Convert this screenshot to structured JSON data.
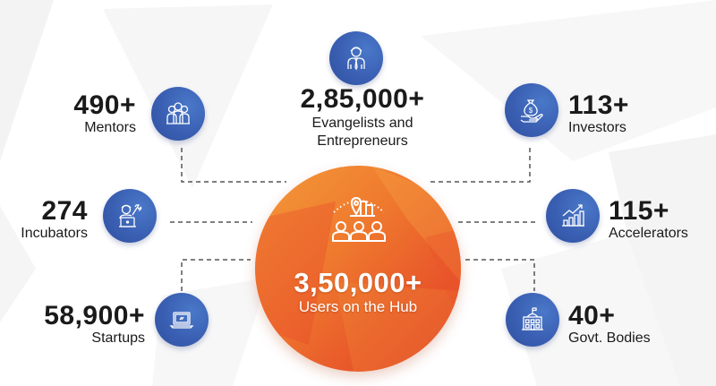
{
  "hub": {
    "icon": "users-location-hub-icon",
    "value": "3,50,000+",
    "label": "Users on the Hub",
    "color_start": "#f39a3a",
    "color_end": "#e2422a"
  },
  "stats": [
    {
      "id": "mentors",
      "value": "490+",
      "label": "Mentors",
      "icon": "mentors-group-icon"
    },
    {
      "id": "evangelists",
      "value": "2,85,000+",
      "label_line1": "Evangelists and",
      "label_line2": "Entrepreneurs",
      "icon": "entrepreneur-person-icon"
    },
    {
      "id": "investors",
      "value": "113+",
      "label": "Investors",
      "icon": "money-bag-hand-icon"
    },
    {
      "id": "incubators",
      "value": "274",
      "label": "Incubators",
      "icon": "mechanic-laptop-icon"
    },
    {
      "id": "accelerators",
      "value": "115+",
      "label": "Accelerators",
      "icon": "growth-chart-icon"
    },
    {
      "id": "startups",
      "value": "58,900+",
      "label": "Startups",
      "icon": "laptop-icon"
    },
    {
      "id": "govt",
      "value": "40+",
      "label": "Govt. Bodies",
      "icon": "government-building-icon"
    }
  ],
  "colors": {
    "icon_circle": "#3a5fb2",
    "text": "#1a1a1a",
    "connector": "#555555"
  }
}
